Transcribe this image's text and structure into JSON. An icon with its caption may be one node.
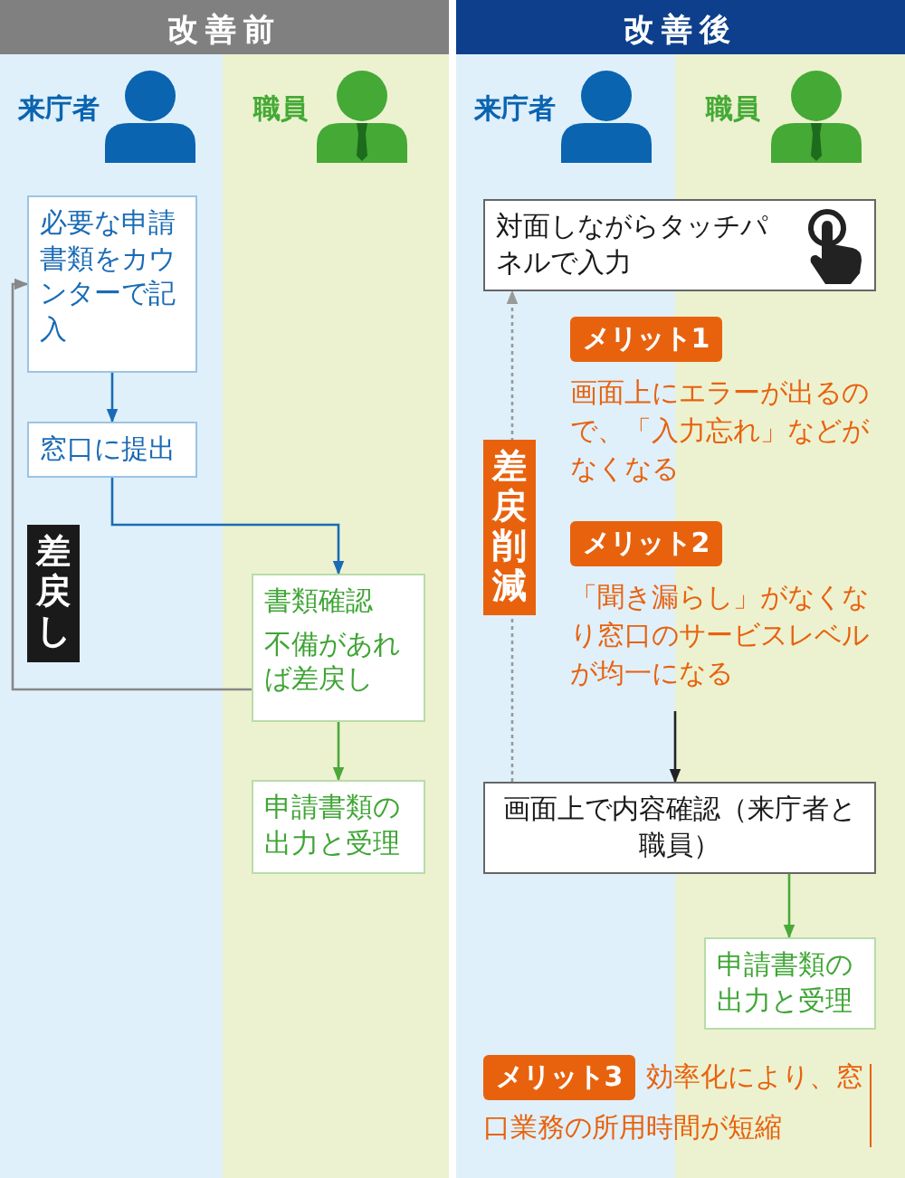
{
  "diagram": {
    "nodes": [
      {
        "text": [
          "必要な申請書類をカウンターで記入"
        ]
      },
      {
        "text": [
          "窓口に提出"
        ]
      },
      {
        "text": [
          "書類確認",
          "不備があれば差戻し"
        ]
      },
      {
        "text": [
          "申請書類の出力と受理"
        ]
      },
      {
        "text": [
          "対面しながらタッチパネルで入力"
        ]
      },
      {
        "text": [
          "メリット1"
        ],
        "beside": [
          "画面上にエラーが出るので、「入力忘れ」などがなくなる"
        ]
      },
      {
        "text": [
          "メリット2"
        ],
        "beside": [
          "「聞き漏らし」がなくなり窓口のサービスレベルが均一になる"
        ]
      },
      {
        "text": [
          "画面上で内容確認（来庁者と職員）"
        ]
      },
      {
        "text": [
          "申請書類の出力と受理"
        ]
      },
      {
        "text": [
          "メリット3"
        ],
        "beside": [
          "効率化により、窓口業務の所用時間が短縮"
        ]
      }
    ],
    "edges": [
      {
        "from": 0,
        "to": 1,
        "arrow": "to",
        "color": "#1a6bb5"
      },
      {
        "from": 1,
        "to": 2,
        "arrow": "to",
        "color": "#1a6bb5"
      },
      {
        "from": 2,
        "to": 0,
        "arrow": "to",
        "label": "差戻し",
        "color": "#888888"
      },
      {
        "from": 2,
        "to": 3,
        "arrow": "to",
        "color": "#4aa83a"
      },
      {
        "from": 6,
        "to": 7,
        "arrow": "to",
        "color": "#222222"
      },
      {
        "from": 7,
        "to": 8,
        "arrow": "to",
        "color": "#4aa83a"
      },
      {
        "from": 7,
        "to": 4,
        "arrow": "to",
        "label": "差戻削減",
        "style": "dashed",
        "color": "#999999"
      }
    ],
    "labels": [
      "改善前",
      "来庁者",
      "職員",
      "改善後",
      "来庁者",
      "職員"
    ]
  }
}
